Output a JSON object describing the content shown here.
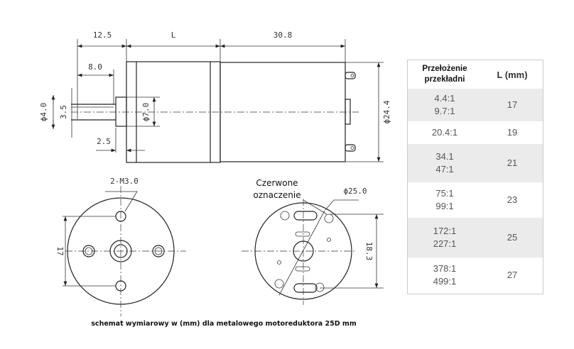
{
  "drawing": {
    "dims": {
      "shaft_len": "12.5",
      "gearbox_len": "L",
      "motor_len": "30.8",
      "flat_len": "8.0",
      "shaft_dia": "ϕ4.0",
      "flat_width": "3.5",
      "boss_dia": "ϕ7.0",
      "boss_len": "2.5",
      "motor_dia": "ϕ24.4",
      "screw_spacing": "17",
      "screw_label": "2-M3.0",
      "body_dia": "ϕ25.0",
      "terminal_spacing": "18.3"
    },
    "red_mark_label": [
      "Czerwone",
      "oznaczenie"
    ],
    "caption": "schemat wymiarowy w (mm) dla metalowego motoreduktora 25D mm"
  },
  "table": {
    "headers": [
      "Przełożenie przekładni",
      "L (mm)"
    ],
    "rows": [
      {
        "ratios": [
          "4.4:1",
          "9.7:1"
        ],
        "L": "17"
      },
      {
        "ratios": [
          "20.4:1"
        ],
        "L": "19"
      },
      {
        "ratios": [
          "34.1",
          "47:1"
        ],
        "L": "21"
      },
      {
        "ratios": [
          "75:1",
          "99:1"
        ],
        "L": "23"
      },
      {
        "ratios": [
          "172:1",
          "227:1"
        ],
        "L": "25"
      },
      {
        "ratios": [
          "378:1",
          "499:1"
        ],
        "L": "27"
      }
    ]
  }
}
